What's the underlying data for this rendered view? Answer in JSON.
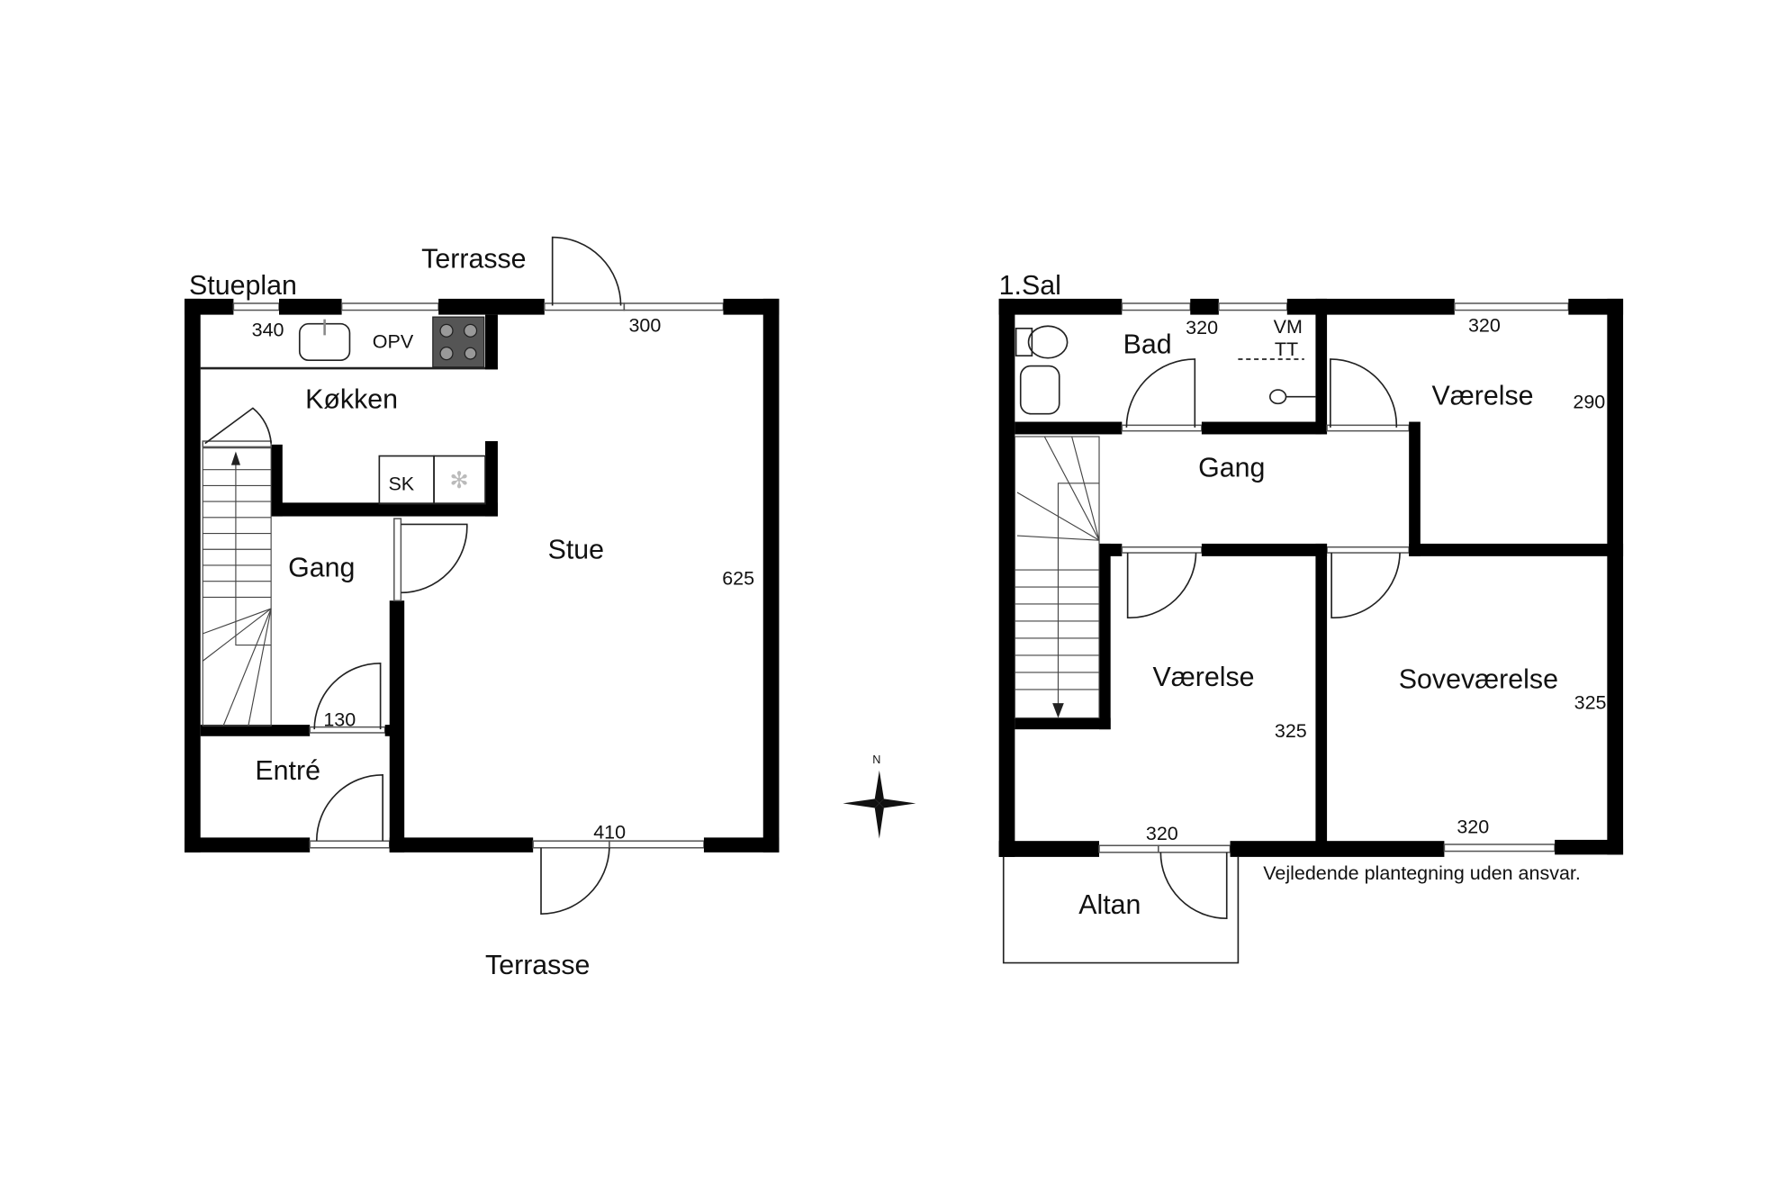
{
  "ground_floor": {
    "title": "Stueplan",
    "rooms": {
      "kitchen": "Køkken",
      "hall": "Gang",
      "living": "Stue",
      "entrance": "Entré"
    },
    "outside": {
      "terrace_top": "Terrasse",
      "terrace_bottom": "Terrasse"
    },
    "fixtures": {
      "oven": "OPV",
      "cabinet": "SK"
    },
    "dimensions": {
      "kitchen_width": "340",
      "top_window": "300",
      "living_depth": "625",
      "hall_door": "130",
      "bottom_window": "410"
    }
  },
  "first_floor": {
    "title": "1.Sal",
    "rooms": {
      "bath": "Bad",
      "hall": "Gang",
      "room_top": "Værelse",
      "room_bottom": "Værelse",
      "bedroom": "Soveværelse",
      "balcony": "Altan"
    },
    "fixtures": {
      "washer": "VM",
      "dryer": "TT"
    },
    "dimensions": {
      "bath_width": "320",
      "room_top_width": "320",
      "room_top_depth": "290",
      "room_bottom_depth": "325",
      "bedroom_depth": "325",
      "room_bottom_width": "320",
      "bedroom_width": "320"
    }
  },
  "compass": {
    "north": "N"
  },
  "disclaimer": "Vejledende plantegning uden ansvar."
}
